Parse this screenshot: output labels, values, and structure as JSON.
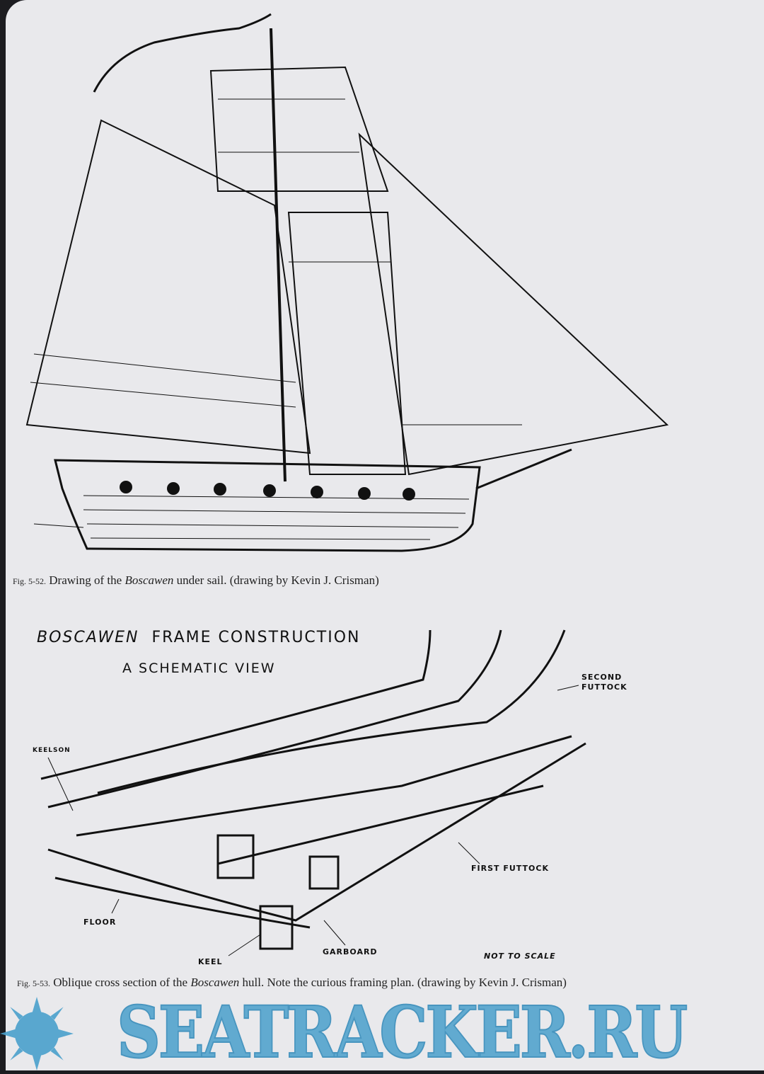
{
  "figure_1": {
    "label": "Fig. 5-52.",
    "caption_pre": "Drawing of the",
    "caption_italic": "Boscawen",
    "caption_post": "under sail. (drawing by Kevin J. Crisman)"
  },
  "figure_2": {
    "title_italic": "BOSCAWEN",
    "title_rest": "FRAME  CONSTRUCTION",
    "subtitle": "A SCHEMATIC VIEW",
    "labels": {
      "second_futtock": "SECOND FUTTOCK",
      "keelson": "KEELSON",
      "first_futtock": "FIRST FUTTOCK",
      "floor": "FLOOR",
      "garboard": "GARBOARD",
      "keel": "KEEL",
      "not_to_scale": "NOT TO SCALE"
    },
    "label": "Fig. 5-53.",
    "caption_pre": "Oblique cross section of the",
    "caption_italic": "Boscawen",
    "caption_post": "hull. Note the curious framing plan. (drawing by Kevin J. Crisman)"
  },
  "watermark": "SEATRACKER.RU",
  "colors": {
    "watermark": "#4aa0cc",
    "paper": "#e9e9ec"
  }
}
